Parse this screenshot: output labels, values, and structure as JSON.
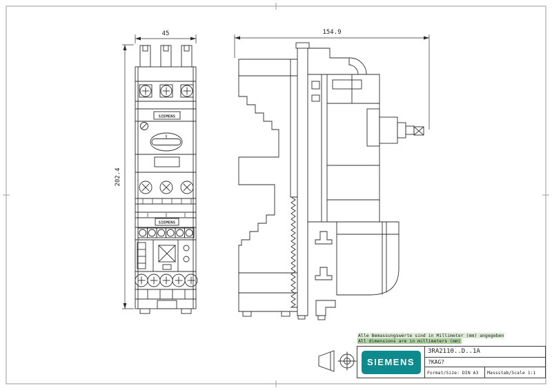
{
  "dimensions": {
    "front_width": "45",
    "front_height": "202.4",
    "side_width": "154.9"
  },
  "device": {
    "brand_label_top": "SIEMENS",
    "brand_label_bottom": "SIEMENS"
  },
  "notes": {
    "line1": "Alle Bemassungswerte sind in Millimeter (mm) angegeben",
    "line2": "All dimensions are in millimeters (mm)"
  },
  "title_block": {
    "brand": "SIEMENS",
    "product_code": "3RA2110..D..1A",
    "order_code": "?KAG?",
    "format": "Format/Size: DIN A3",
    "scale": "Massstab/Scale 1:1"
  },
  "colors": {
    "siemens_teal": "#0d8a8d",
    "note_highlight": "#aed0a2",
    "line_color": "#2b2b2b"
  }
}
